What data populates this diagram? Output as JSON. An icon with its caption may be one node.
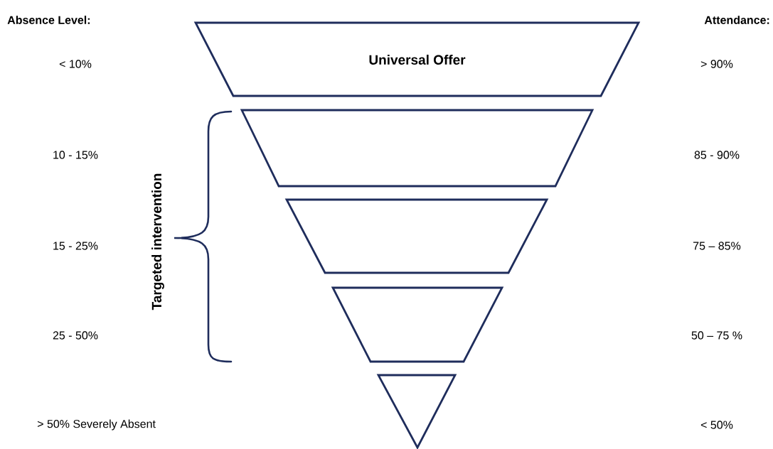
{
  "diagram": {
    "nodes": [
      {
        "text": [
          "Universal Offer"
        ]
      },
      {
        "text": [],
        "shape": "trapezoid"
      },
      {
        "text": [],
        "shape": "trapezoid"
      },
      {
        "text": [],
        "shape": "trapezoid"
      },
      {
        "text": [],
        "shape": "triangle"
      }
    ],
    "labels": [
      "Absence Level:",
      "Attendance:",
      "< 10%",
      "> 90%",
      "10 - 15%",
      "85 - 90%",
      "Targeted intervention",
      "15 - 25%",
      "75 – 85%",
      "25 - 50%",
      "50 – 75 %",
      "> 50% Severely Absent",
      "< 50%"
    ]
  }
}
